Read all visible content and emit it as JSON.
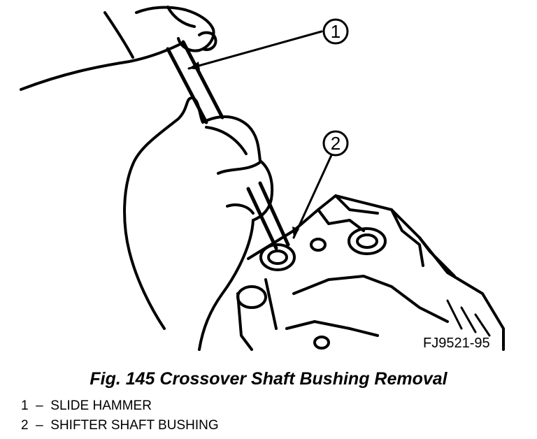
{
  "figure": {
    "callouts": [
      {
        "number": "1"
      },
      {
        "number": "2"
      }
    ],
    "figure_id": "FJ9521-95"
  },
  "caption": "Fig. 145 Crossover Shaft Bushing Removal",
  "legend": [
    {
      "number": "1",
      "separator": "–",
      "text": "SLIDE HAMMER"
    },
    {
      "number": "2",
      "separator": "–",
      "text": "SHIFTER SHAFT BUSHING"
    }
  ]
}
